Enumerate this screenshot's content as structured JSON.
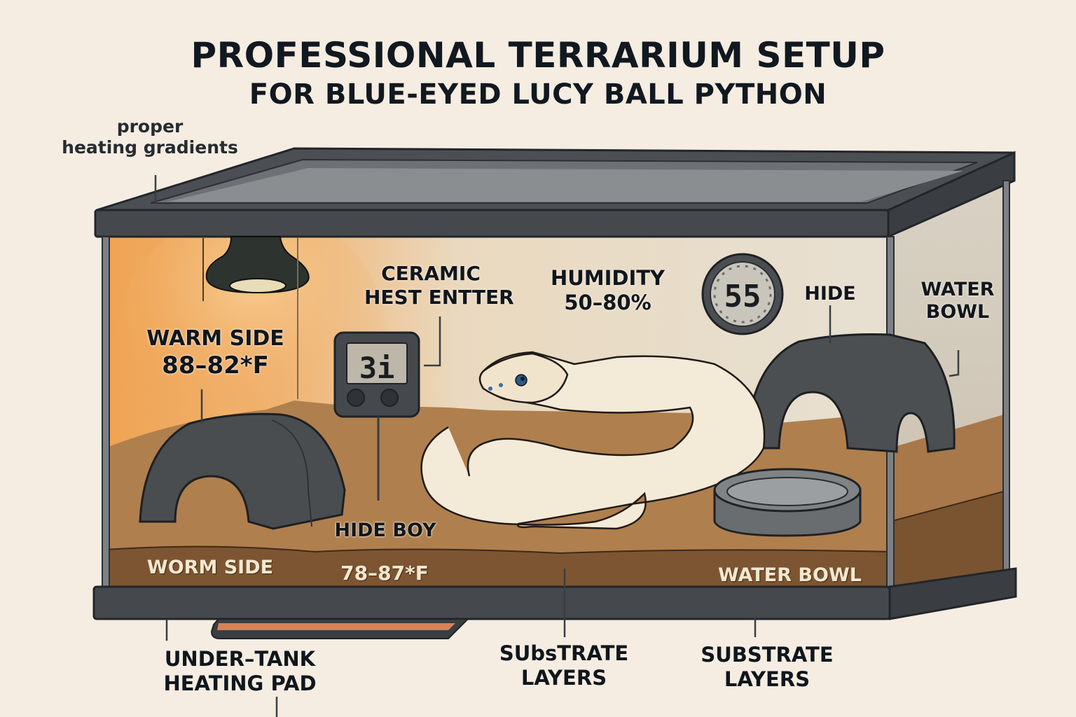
{
  "title": {
    "line1": "PROFESSIONAL TERRARIUM SETUP",
    "line2": "FOR BLUE-EYED LUCY BALL PYTHON"
  },
  "labels": {
    "heating_gradients": {
      "line1": "proper",
      "line2": "heating gradients"
    },
    "ceramic_heat_emitter": {
      "line1": "CERAMIC",
      "line2": "HEST ENTTER"
    },
    "humidity": {
      "line1": "HUMIDITY",
      "line2": "50–80%"
    },
    "hide_right": "HIDE",
    "water_bowl_side": {
      "line1": "WATER",
      "line2": "BOWL"
    },
    "warm_side": {
      "line1": "WARM SIDE",
      "line2": "88–82*F"
    },
    "hide_box": "HIDE BOY",
    "worm_side": "WORM SIDE",
    "cool_temp": "78–87*F",
    "water_bowl_bottom": "WATER BOWL",
    "under_tank_pad": {
      "line1": "UNDER–TANK",
      "line2": "HEATING PAD"
    },
    "substrate_center": {
      "line1": "SUbsTRATE",
      "line2": "LAYERS"
    },
    "substrate_right": {
      "line1": "SUBSTRATE",
      "line2": "LAYERS"
    }
  },
  "devices": {
    "thermometer_display": "3i",
    "hygrometer_display": "55"
  },
  "colors": {
    "background": "#f5ede2",
    "frame": "#3e4246",
    "warm_glow": "#f0a85a",
    "substrate": "#a8784a",
    "substrate_dark": "#7a5430",
    "snake": "#f4ead8",
    "hide": "#4a4d50",
    "heat_pad": "#d9825a"
  },
  "icons": {
    "heat_lamp": "heat-lamp-icon",
    "thermometer": "digital-thermometer-icon",
    "hygrometer": "hygrometer-gauge-icon",
    "snake": "ball-python-illustration",
    "hide": "cave-hide-icon",
    "water_bowl": "water-bowl-icon",
    "heat_pad": "heating-pad-icon"
  }
}
